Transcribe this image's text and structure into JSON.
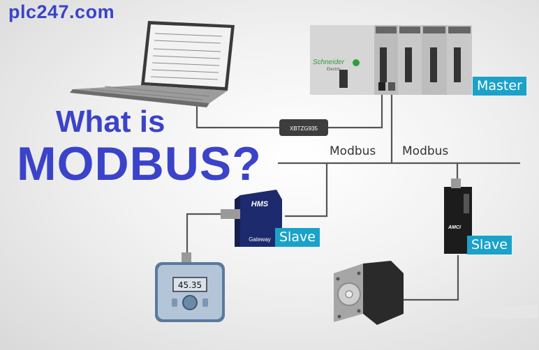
{
  "site": "plc247.com",
  "headline": {
    "line1": "What is",
    "line2": "MODBUS?"
  },
  "bus_labels": {
    "left": "Modbus",
    "right": "Modbus"
  },
  "cable_module": "XBTZG935",
  "plc": {
    "brand": "Schneider",
    "sub": "Electric",
    "role": "Master"
  },
  "gateway": {
    "brand": "HMS",
    "label": "Gateway",
    "role": "Slave"
  },
  "drive": {
    "brand": "AMCI",
    "role": "Slave"
  },
  "meter": {
    "display": "45.35"
  },
  "colors": {
    "accent": "#3a43c9",
    "tag": "#1aa2c9"
  }
}
